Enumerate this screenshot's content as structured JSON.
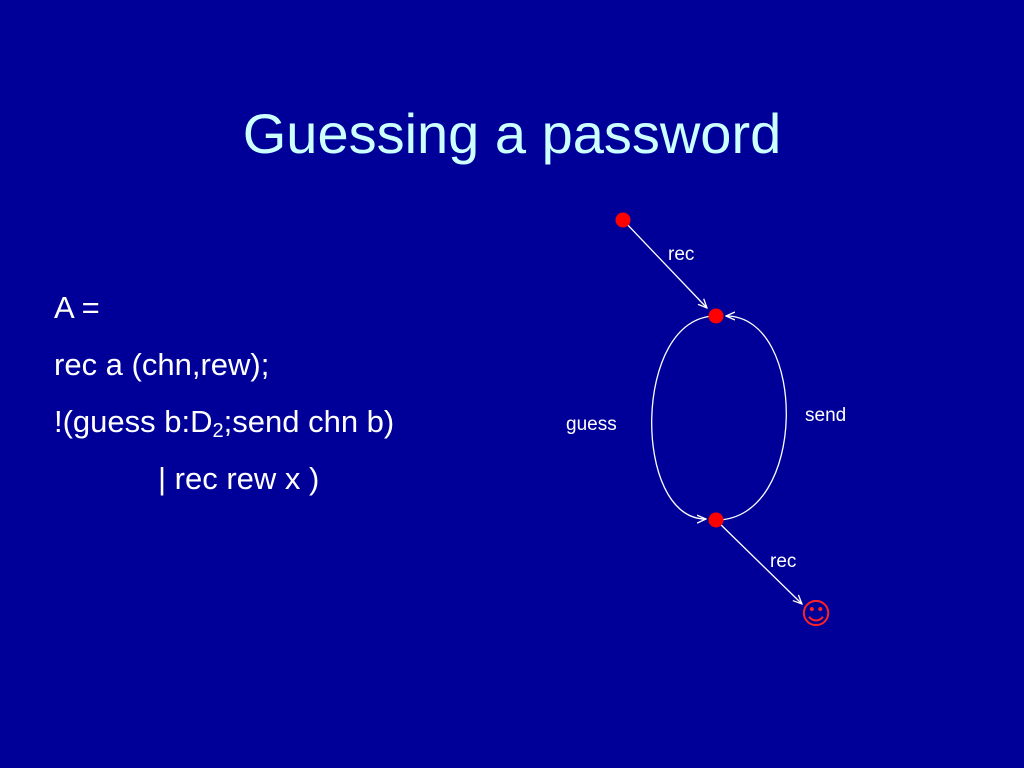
{
  "slide": {
    "title": "Guessing a password",
    "code_lines": {
      "line1": "A =",
      "line2": "rec a (chn,rew);",
      "line3_before": "!(guess b:D",
      "line3_sub": "2",
      "line3_after": ";send chn b)",
      "line4": "| rec rew x )"
    }
  },
  "diagram": {
    "edge_labels": {
      "rec_top": "rec",
      "guess": "guess",
      "send": "send",
      "rec_bottom": "rec"
    },
    "success_symbol": "☺",
    "colors": {
      "background": "#000099",
      "title": "#ccffff",
      "node": "#ff0000",
      "edge": "#ffffff",
      "success": "#ff2222"
    }
  }
}
